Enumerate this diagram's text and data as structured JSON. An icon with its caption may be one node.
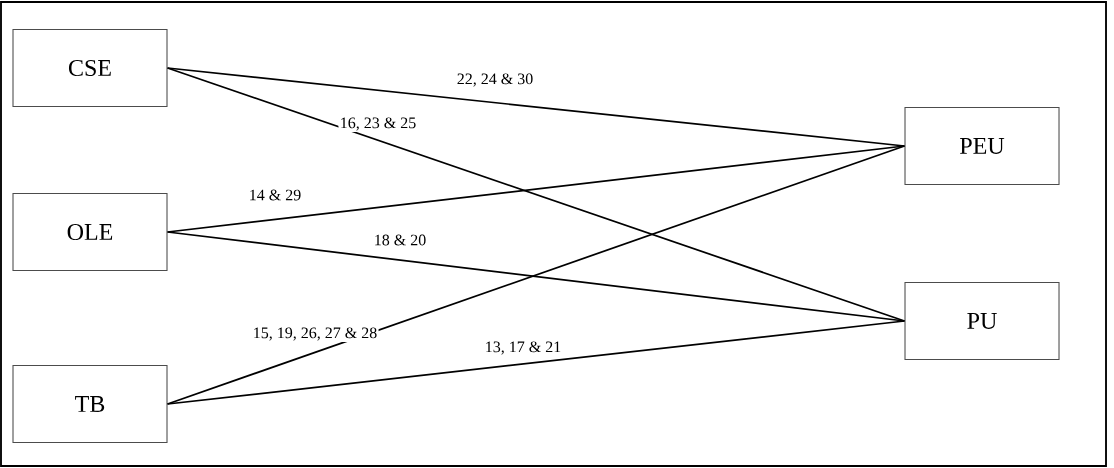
{
  "diagram": {
    "nodes": [
      {
        "text": [
          "CSE"
        ]
      },
      {
        "text": [
          "OLE"
        ]
      },
      {
        "text": [
          "TB"
        ]
      },
      {
        "text": [
          "PEU"
        ]
      },
      {
        "text": [
          "PU"
        ]
      }
    ],
    "edges": [
      {
        "from": 0,
        "to": 3,
        "arrow": "none",
        "label": "22, 24 & 30"
      },
      {
        "from": 0,
        "to": 4,
        "arrow": "none",
        "label": "16, 23 & 25"
      },
      {
        "from": 1,
        "to": 3,
        "arrow": "none",
        "label": "14 & 29"
      },
      {
        "from": 1,
        "to": 4,
        "arrow": "none",
        "label": "18 & 20"
      },
      {
        "from": 2,
        "to": 3,
        "arrow": "none",
        "label": "15, 19, 26, 27 & 28"
      },
      {
        "from": 2,
        "to": 4,
        "arrow": "none",
        "label": "13, 17 & 21"
      }
    ]
  }
}
